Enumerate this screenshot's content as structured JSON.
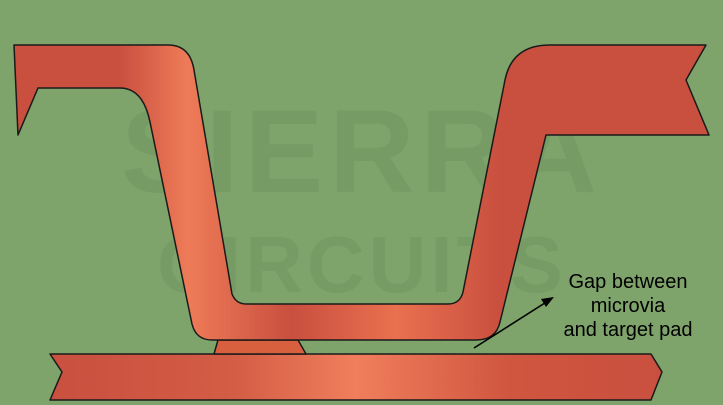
{
  "colors": {
    "background": "#7ea36b",
    "copper": "#c94f3f",
    "copper_highlight": "#ee7b58",
    "outline": "#1a1a1a",
    "watermark": "#6f9660"
  },
  "watermark": {
    "line1": "SIERRA",
    "line2": "CIRCUITS"
  },
  "annotation": {
    "line1": "Gap between",
    "line2": "microvia",
    "line3": "and target pad"
  }
}
